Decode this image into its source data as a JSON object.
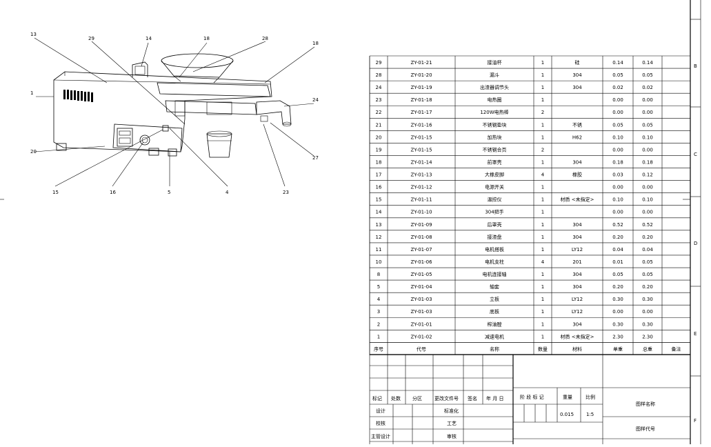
{
  "title_block": {
    "drawing_name_label": "图样名称",
    "drawing_code_label": "图样代号",
    "rev_headers": [
      "标记",
      "处数",
      "分区",
      "更改文件号",
      "签名",
      "年 月 日"
    ],
    "role_labels": [
      "设计",
      "校核",
      "主管设计"
    ],
    "mid_labels": [
      "标准化",
      "工艺",
      "审核"
    ],
    "stage_label": "阶 段 标 记",
    "weight_label": "重量",
    "scale_label": "比例",
    "weight_value": "0.015",
    "scale_value": "1:5"
  },
  "bom": {
    "headers": [
      "序号",
      "代号",
      "名称",
      "数量",
      "材料",
      "单重",
      "总重",
      "备注"
    ],
    "rows": [
      [
        "29",
        "ZY-01-21",
        "接油杯",
        "1",
        "硅",
        "0.14",
        "0.14",
        ""
      ],
      [
        "28",
        "ZY-01-20",
        "漏斗",
        "1",
        "304",
        "0.05",
        "0.05",
        ""
      ],
      [
        "24",
        "ZY-01-19",
        "出渣器调节头",
        "1",
        "304",
        "0.02",
        "0.02",
        ""
      ],
      [
        "23",
        "ZY-01-18",
        "电热圈",
        "1",
        "",
        "0.00",
        "0.00",
        ""
      ],
      [
        "22",
        "ZY-01-17",
        "120W电热棒",
        "2",
        "",
        "0.00",
        "0.00",
        ""
      ],
      [
        "21",
        "ZY-01-16",
        "不锈钢垫块",
        "1",
        "不锈",
        "0.05",
        "0.05",
        ""
      ],
      [
        "20",
        "ZY-01-15",
        "加热块",
        "1",
        "H62",
        "0.10",
        "0.10",
        ""
      ],
      [
        "19",
        "ZY-01-15",
        "不锈钢合页",
        "2",
        "",
        "0.00",
        "0.00",
        ""
      ],
      [
        "18",
        "ZY-01-14",
        "前罩壳",
        "1",
        "304",
        "0.18",
        "0.18",
        ""
      ],
      [
        "17",
        "ZY-01-13",
        "大橡皮脚",
        "4",
        "橡胶",
        "0.03",
        "0.12",
        ""
      ],
      [
        "16",
        "ZY-01-12",
        "电源开关",
        "1",
        "",
        "0.00",
        "0.00",
        ""
      ],
      [
        "15",
        "ZY-01-11",
        "温控仪",
        "1",
        "材质 <未指定>",
        "0.10",
        "0.10",
        ""
      ],
      [
        "14",
        "ZY-01-10",
        "304把手",
        "1",
        "",
        "0.00",
        "0.00",
        ""
      ],
      [
        "13",
        "ZY-01-09",
        "后罩壳",
        "1",
        "304",
        "0.52",
        "0.52",
        ""
      ],
      [
        "12",
        "ZY-01-08",
        "接渣盘",
        "1",
        "304",
        "0.20",
        "0.20",
        ""
      ],
      [
        "11",
        "ZY-01-07",
        "电机搭板",
        "1",
        "LY12",
        "0.04",
        "0.04",
        ""
      ],
      [
        "10",
        "ZY-01-06",
        "电机支柱",
        "4",
        "201",
        "0.01",
        "0.05",
        ""
      ],
      [
        "8",
        "ZY-01-05",
        "电机连接轴",
        "1",
        "304",
        "0.05",
        "0.05",
        ""
      ],
      [
        "5",
        "ZY-01-04",
        "轴套",
        "1",
        "304",
        "0.20",
        "0.20",
        ""
      ],
      [
        "4",
        "ZY-01-03",
        "立板",
        "1",
        "LY12",
        "0.30",
        "0.30",
        ""
      ],
      [
        "3",
        "ZY-01-03",
        "底板",
        "1",
        "LY12",
        "0.00",
        "0.00",
        ""
      ],
      [
        "2",
        "ZY-01-01",
        "榨油膛",
        "1",
        "304",
        "0.30",
        "0.30",
        ""
      ],
      [
        "1",
        "ZY-01-02",
        "减速电机",
        "1",
        "材质 <未指定>",
        "2.30",
        "2.30",
        ""
      ]
    ]
  },
  "zone_letters": [
    "B",
    "C",
    "D",
    "E",
    "F"
  ],
  "callouts": [
    "13",
    "29",
    "14",
    "18",
    "28",
    "18",
    "1",
    "24",
    "20",
    "27",
    "15",
    "16",
    "5",
    "4",
    "23"
  ]
}
